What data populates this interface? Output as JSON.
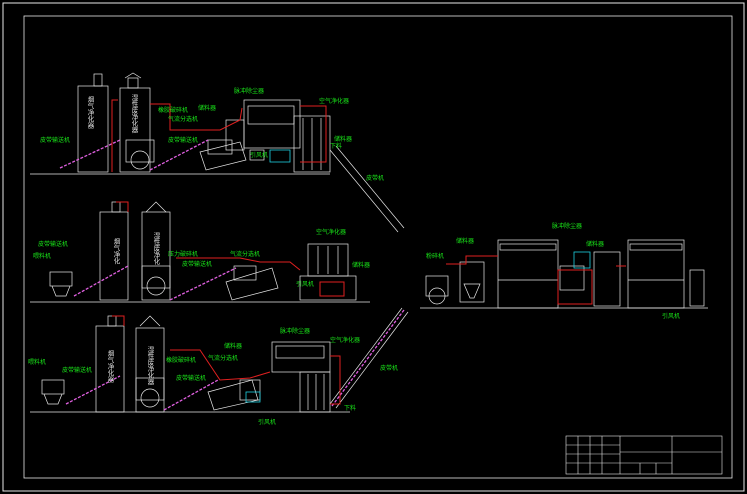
{
  "diagram": {
    "background": "#000000",
    "colors": {
      "outline": "#e8e8e8",
      "label": "#19e619",
      "pipe_red": "#e02020",
      "conveyor": "#e060e0",
      "cyan": "#20d0e0"
    },
    "line1": {
      "tower1_text": "烟气净化器",
      "tower2_text": "湿性废净化器",
      "labels": {
        "dust_collector": "脉冲除尘器",
        "air_purifier": "空气净化器",
        "blade_crusher": "橡胶破碎机",
        "storage_bin": "储料器",
        "air_separator": "气流分选机",
        "belt_conveyor_a": "皮带输送机",
        "belt_conveyor_b": "皮带输送机",
        "fan": "引风机",
        "discharge": "下料",
        "storage_bin2": "储料器",
        "belt_machine": "皮带机"
      }
    },
    "line2": {
      "tower1_text": "烟气净化",
      "tower2_text": "湿性废净化",
      "labels": {
        "belt_conveyor_left": "皮带输送机",
        "feeder": "喂料机",
        "blade_crusher": "压力破碎机",
        "belt_conveyor": "皮带输送机",
        "air_separator": "气流分选机",
        "air_purifier": "空气净化器",
        "storage_bin": "储料器",
        "fan": "引风机"
      }
    },
    "line3": {
      "tower1_text": "烟气净化器",
      "tower2_text": "湿性废净化器",
      "labels": {
        "feeder": "喂料机",
        "belt_conveyor_left": "皮带输送机",
        "dust_collector": "脉冲除尘器",
        "storage_bin": "储料器",
        "air_purifier": "空气净化器",
        "blade_crusher": "橡胶破碎机",
        "air_separator": "气流分选机",
        "belt_conveyor": "皮带输送机",
        "belt_machine": "皮带机",
        "fan": "引风机",
        "discharge": "下料"
      }
    },
    "line4": {
      "labels": {
        "crusher": "粉碎机",
        "storage_bin_a": "储料器",
        "dust_collector": "脉冲除尘器",
        "storage_bin_b": "储料器",
        "fan": "引风机"
      }
    }
  }
}
